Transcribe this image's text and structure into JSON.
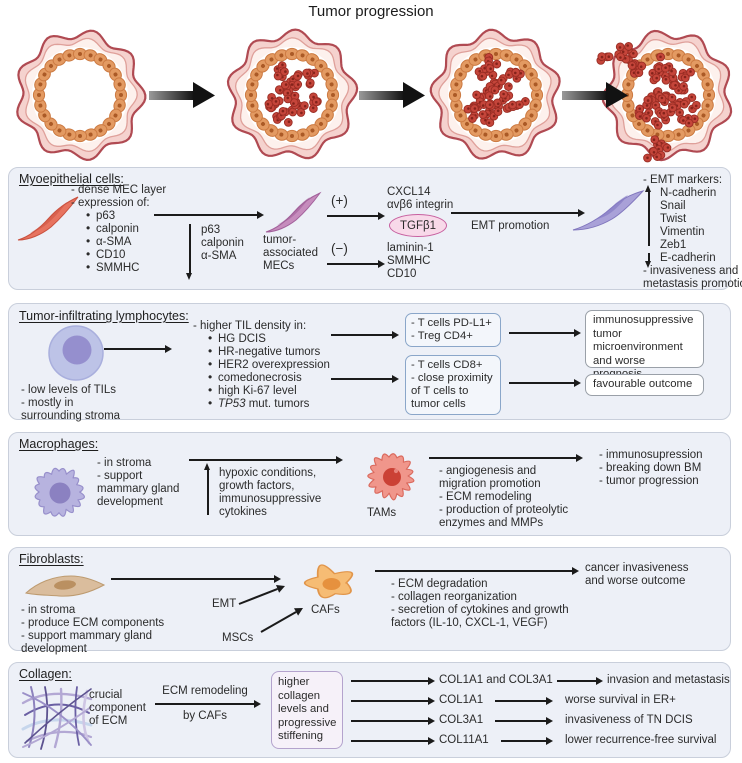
{
  "title": "Tumor progression",
  "colors": {
    "panel_bg": "#edf0f7",
    "panel_border": "#c9cfdb",
    "arrow": "#1b1b1b",
    "tcell_box_border": "#8aa6c9",
    "tcell_box_bg": "#f3f6fb",
    "outcome_box_border": "#9aa0a8",
    "outcome_box_bg": "#ffffff",
    "tgfb_oval_border": "#c75f9f",
    "tgfb_oval_bg": "#f8d9e9",
    "collagen_box_border": "#b4a3cd",
    "collagen_box_bg": "#f6f1f9"
  },
  "mec": {
    "header": "Myoepithelial cells:",
    "lines": [
      "- dense MEC layer",
      "- expression of:"
    ],
    "bullets": [
      "p63",
      "calponin",
      "α-SMA",
      "CD10",
      "SMMHC"
    ],
    "down_labels": [
      "p63",
      "calponin",
      "α-SMA"
    ],
    "cell_label": [
      "tumor-",
      "associated",
      "MECs"
    ],
    "plus": "(+)",
    "minus": "(−)",
    "plus_items": [
      "CXCL14",
      "αvβ6 integrin"
    ],
    "oval_label": "TGFβ1",
    "minus_items": [
      "laminin-1",
      "SMMHC",
      "CD10"
    ],
    "emt_arrow_label": "EMT promotion",
    "markers_header": "- EMT markers:",
    "up_markers": [
      "N-cadherin",
      "Snail",
      "Twist",
      "Vimentin",
      "Zeb1"
    ],
    "down_marker": "E-cadherin",
    "footer": [
      "- invasiveness and",
      "metastasis promotion"
    ]
  },
  "til": {
    "header": "Tumor-infiltrating lymphocytes:",
    "left_lines": [
      "- low levels of TILs",
      "- mostly in",
      "surrounding stroma"
    ],
    "density_header": "- higher TIL density in:",
    "bullets": [
      "HG DCIS",
      "HR-negative tumors",
      "HER2 overexpression",
      "comedonecrosis",
      "high Ki-67 level"
    ],
    "tp53_gene": "TP53",
    "tp53_rest": " mut. tumors",
    "box1_lines": [
      "- T cells PD-L1+",
      "- Treg CD4+"
    ],
    "box2_lines": [
      "- T cells CD8+",
      "- close proximity",
      "of T cells to",
      "tumor cells"
    ],
    "outcome1": "immunosuppressive tumor microenvironment and worse prognosis",
    "outcome2": "favourable outcome"
  },
  "mac": {
    "header": "Macrophages:",
    "left_lines": [
      "- in stroma",
      "- support",
      "mammary gland",
      "development"
    ],
    "condition_lines": [
      "hypoxic conditions,",
      "growth factors,",
      "immunosuppressive",
      "cytokines"
    ],
    "tam_label": "TAMs",
    "effect_lines": [
      "- angiogenesis and",
      "migration promotion",
      "- ECM remodeling",
      "- production of proteolytic",
      "enzymes and MMPs"
    ],
    "outcome_lines": [
      "- immunosupression",
      "- breaking down BM",
      "- tumor progression"
    ]
  },
  "fib": {
    "header": "Fibroblasts:",
    "left_lines": [
      "- in stroma",
      "- produce ECM components",
      "- support mammary gland",
      "development"
    ],
    "emt_label": "EMT",
    "msc_label": "MSCs",
    "caf_label": "CAFs",
    "effect_lines": [
      "- ECM degradation",
      "- collagen reorganization",
      "- secretion of cytokines and growth",
      "factors (IL-10, CXCL-1, VEGF)"
    ],
    "outcome_lines": [
      "cancer invasiveness",
      "and worse outcome"
    ]
  },
  "col": {
    "header": "Collagen:",
    "left_lines": [
      "crucial",
      "component",
      "of ECM"
    ],
    "arrow_top": "ECM remodeling",
    "arrow_bottom": "by CAFs",
    "box_label": "higher collagen levels and progressive stiffening",
    "rows": [
      {
        "gene": "COL1A1 and COL3A1",
        "outcome": "invasion and metastasis"
      },
      {
        "gene": "COL1A1",
        "outcome": "worse survival in ER+"
      },
      {
        "gene": "COL3A1",
        "outcome": "invasiveness of TN DCIS"
      },
      {
        "gene": "COL11A1",
        "outcome": "lower recurrence-free survival"
      }
    ]
  }
}
